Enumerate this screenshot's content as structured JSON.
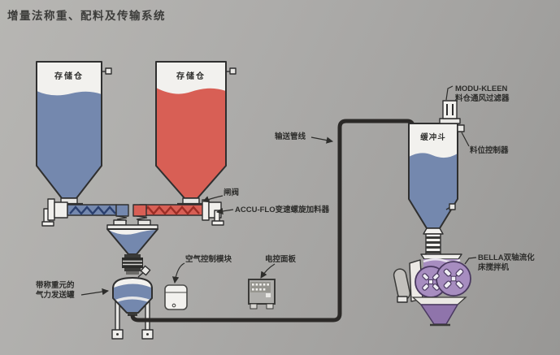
{
  "title": "增量法称重、配料及传输系统",
  "diagram": {
    "silos": {
      "left": "存储仓",
      "right": "存储仓"
    },
    "callouts": {
      "gate_valve": "闸阀",
      "screw_feeder": "ACCU-FLO变速螺旋加料器",
      "conveying_line": "输送管线",
      "vent_filter_line1": "MODU-KLEEN",
      "vent_filter_line2": "料仓通风过滤器",
      "buffer_hopper": "缓冲斗",
      "level_controller": "料位控制器",
      "air_control_module": "空气控制模块",
      "control_panel": "电控面板",
      "weigh_tank_line1": "带称重元的",
      "weigh_tank_line2": "气力发送罐",
      "mixer_line1": "BELLA双轴流化",
      "mixer_line2": "床搅拌机"
    },
    "colors": {
      "material_blue": "#7488ae",
      "material_red": "#d85f55",
      "screw_blue_dark": "#2a3f6e",
      "screw_red_dark": "#9b2d25",
      "mixer_purple": "#a78dc0",
      "mixer_purple_dark": "#8f74ab",
      "pipe_dark": "#2b2927",
      "outline": "#2f2f2f",
      "component_white": "#f2f1ee",
      "background_gray": "#aaa9a6"
    }
  }
}
